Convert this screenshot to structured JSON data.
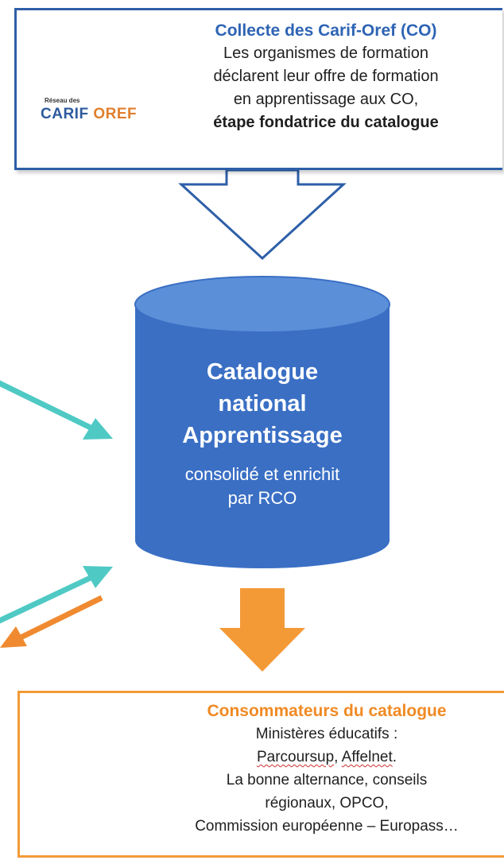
{
  "top_box": {
    "title": "Collecte des Carif-Oref (CO)",
    "line1": "Les organismes de formation",
    "line2": "déclarent leur offre de formation",
    "line3": "en apprentissage aux CO,",
    "line4_bold": "étape fondatrice du catalogue"
  },
  "logo": {
    "small_text": "Réseau des",
    "word_carif": "CARIF",
    "word_oref": "OREF",
    "colors": [
      "#e8403b",
      "#f2a33a",
      "#3aa74a",
      "#2a7fc3",
      "#7b4ea3",
      "#e65aa6"
    ]
  },
  "catalogue": {
    "title_line1": "Catalogue",
    "title_line2": "national",
    "title_line3": "Apprentissage",
    "sub_line1": "consolidé et enrichit",
    "sub_line2": "par RCO",
    "color": "#3a6fc4"
  },
  "consumers": {
    "title": "Consommateurs du catalogue",
    "line1": "Ministères éducatifs :",
    "line2a": "Parcoursup",
    "line2b": ", ",
    "line2c": "Affelnet",
    "line2d": ".",
    "line3": "La bonne alternance, conseils",
    "line4": "régionaux, OPCO,",
    "line5": "Commission européenne – Europass…"
  },
  "colors": {
    "blue_border": "#2e5fa8",
    "orange": "#f39a37",
    "teal_arrow": "#4fc9c4",
    "orange_arrow": "#f08a30"
  },
  "icons": {
    "logo": "carif-oref-tree-logo",
    "computer": "desktop-computer-icon",
    "down_arrow_outline": "hollow-down-arrow",
    "down_arrow_orange": "orange-down-arrow"
  }
}
